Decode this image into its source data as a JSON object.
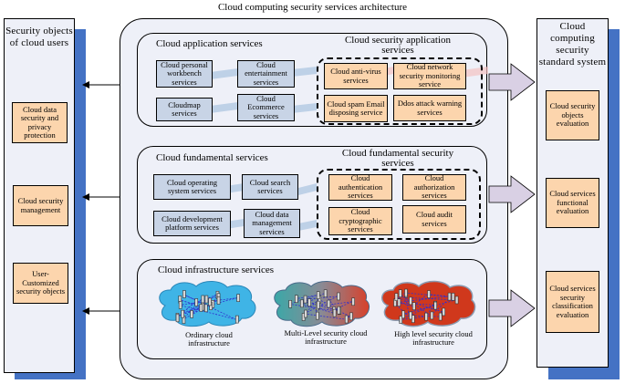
{
  "title": "Cloud computing security services architecture",
  "left_panel": {
    "title": "Security objects of cloud users",
    "items": [
      "Cloud data security and privacy protection",
      "Cloud security management",
      "User-Customized security objects"
    ]
  },
  "right_panel": {
    "title": "Cloud computing security standard system",
    "items": [
      "Cloud security objects evaluation",
      "Cloud services functional evaluation",
      "Cloud services security classification evaluation"
    ]
  },
  "application_services": {
    "title": "Cloud application services",
    "items": [
      "Cloud personal workbench services",
      "Cloud entertainment services",
      "Cloudmap services",
      "Cloud Ecommerce services"
    ],
    "security": {
      "title": "Cloud security application services",
      "items": [
        "Cloud anti-virus services",
        "Cloud network security monitoring service",
        "Cloud spam Email disposing service",
        "Ddos attack warning services"
      ]
    }
  },
  "fundamental_services": {
    "title": "Cloud fundamental services",
    "items": [
      "Cloud operating system services",
      "Cloud search services",
      "Cloud development platform services",
      "Cloud data management services"
    ],
    "security": {
      "title": "Cloud fundamental security services",
      "items": [
        "Cloud authentication services",
        "Cloud authorization services",
        "Cloud cryptographic services",
        "Cloud audit services"
      ]
    }
  },
  "infrastructure_services": {
    "title": "Cloud infrastructure services",
    "clouds": [
      {
        "caption": "Ordinary cloud infrastructure",
        "color": "#3fb4e6"
      },
      {
        "caption": "Multi-Level security cloud infrastructure",
        "color": "#8a9aa8"
      },
      {
        "caption": "High level security cloud infrastructure",
        "color": "#d0381c"
      }
    ]
  },
  "colors": {
    "accent_shadow": "#4472c4",
    "panel_bg": "#eef0f8",
    "orange_box": "#fcd5ad",
    "blue_box": "#c8d4e6",
    "arrow_fill": "#d9d0e4"
  }
}
